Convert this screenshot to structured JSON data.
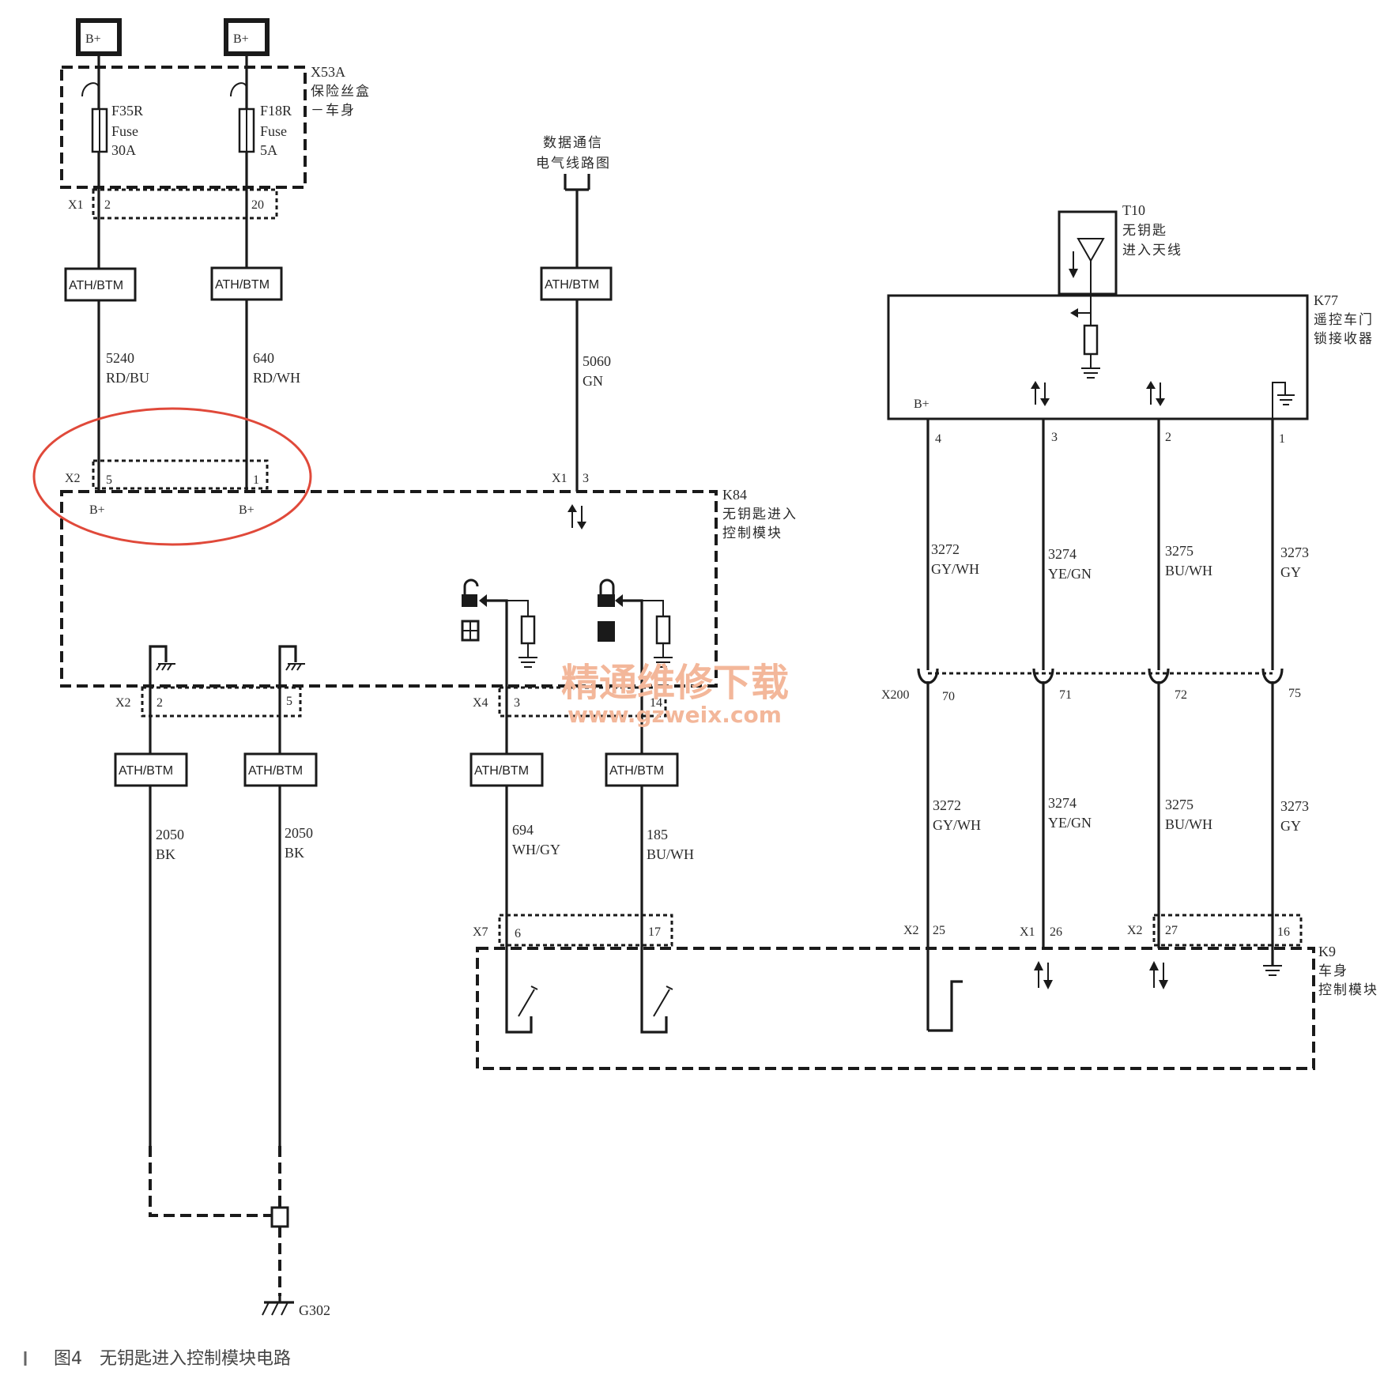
{
  "supplies": [
    "B+",
    "B+"
  ],
  "fusebox": {
    "id": "X53A",
    "name_line1": "保险丝盒",
    "name_line2": "－车身"
  },
  "fuses": [
    {
      "id": "F35R",
      "type": "Fuse",
      "rating": "30A"
    },
    {
      "id": "F18R",
      "type": "Fuse",
      "rating": "5A"
    }
  ],
  "fusebox_connector": {
    "name": "X1",
    "pins": [
      "2",
      "20"
    ]
  },
  "inline_connector_label": "ATH/BTM",
  "data_comm": {
    "line1": "数据通信",
    "line2": "电气线路图"
  },
  "antenna": {
    "id": "T10",
    "line1": "无钥匙",
    "line2": "进入天线"
  },
  "receiver": {
    "id": "K77",
    "line1": "遥控车门",
    "line2": "锁接收器",
    "b_plus": "B+",
    "pins": [
      "4",
      "3",
      "2",
      "1"
    ]
  },
  "keyless_module": {
    "id": "K84",
    "line1": "无钥匙进入",
    "line2": "控制模块",
    "top_connector": "X2",
    "top_pins": [
      "5",
      "1"
    ],
    "supply_labels": [
      "B+",
      "B+"
    ],
    "data_connector": "X1",
    "data_pin": "3",
    "ground_connector": "X2",
    "ground_pins": [
      "2",
      "5"
    ],
    "lock_connector": "X4",
    "lock_pins": [
      "3",
      "14"
    ]
  },
  "wires_top": [
    {
      "circuit": "5240",
      "color": "RD/BU"
    },
    {
      "circuit": "640",
      "color": "RD/WH"
    },
    {
      "circuit": "5060",
      "color": "GN"
    }
  ],
  "receiver_wires": [
    {
      "circuit": "3272",
      "color": "GY/WH"
    },
    {
      "circuit": "3274",
      "color": "YE/GN"
    },
    {
      "circuit": "3275",
      "color": "BU/WH"
    },
    {
      "circuit": "3273",
      "color": "GY"
    }
  ],
  "x200": {
    "name": "X200",
    "pins": [
      "70",
      "71",
      "72",
      "75"
    ]
  },
  "ground_wires": [
    {
      "circuit": "2050",
      "color": "BK"
    },
    {
      "circuit": "2050",
      "color": "BK"
    }
  ],
  "lock_wires": [
    {
      "circuit": "694",
      "color": "WH/GY"
    },
    {
      "circuit": "185",
      "color": "BU/WH"
    }
  ],
  "bcm": {
    "id": "K9",
    "line1": "车身",
    "line2": "控制模块"
  },
  "bcm_pins": [
    {
      "connector": "X7",
      "pin": "6"
    },
    {
      "connector": "",
      "pin": "17"
    },
    {
      "connector": "X2",
      "pin": "25"
    },
    {
      "connector": "X1",
      "pin": "26"
    },
    {
      "connector": "X2",
      "pin": "27"
    },
    {
      "connector": "",
      "pin": "16"
    }
  ],
  "ground_point": "G302",
  "watermark": {
    "line1": "精通维修下载",
    "line2": "www.gzweix.com"
  },
  "caption": {
    "figure": "图4",
    "title": "无钥匙进入控制模块电路"
  },
  "colors": {
    "ink": "#1a1a1a",
    "highlight": "#e0493a",
    "watermark": "#f3b79a"
  }
}
